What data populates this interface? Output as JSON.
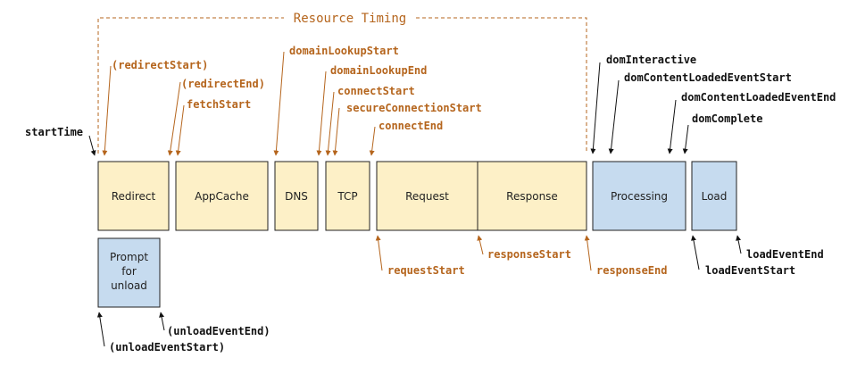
{
  "title": "Resource Timing",
  "colors": {
    "orange": "#b5651d",
    "black": "#111111",
    "yellow_fill": "#fdf0c7",
    "blue_fill": "#c6dbef",
    "box_stroke": "#222222"
  },
  "boxes": {
    "redirect": "Redirect",
    "appcache": "AppCache",
    "dns": "DNS",
    "tcp": "TCP",
    "request": "Request",
    "response": "Response",
    "processing": "Processing",
    "load": "Load",
    "prompt_line1": "Prompt",
    "prompt_line2": "for",
    "prompt_line3": "unload"
  },
  "labels": {
    "start_time": "startTime",
    "redirect_start": "(redirectStart)",
    "redirect_end": "(redirectEnd)",
    "fetch_start": "fetchStart",
    "domain_lookup_start": "domainLookupStart",
    "domain_lookup_end": "domainLookupEnd",
    "connect_start": "connectStart",
    "secure_connection_start": "secureConnectionStart",
    "connect_end": "connectEnd",
    "request_start": "requestStart",
    "response_start": "responseStart",
    "response_end": "responseEnd",
    "dom_interactive": "domInteractive",
    "dom_content_loaded_event_start": "domContentLoadedEventStart",
    "dom_content_loaded_event_end": "domContentLoadedEventEnd",
    "dom_complete": "domComplete",
    "load_event_end": "loadEventEnd",
    "load_event_start": "loadEventStart",
    "unload_event_end": "(unloadEventEnd)",
    "unload_event_start": "(unloadEventStart)"
  }
}
